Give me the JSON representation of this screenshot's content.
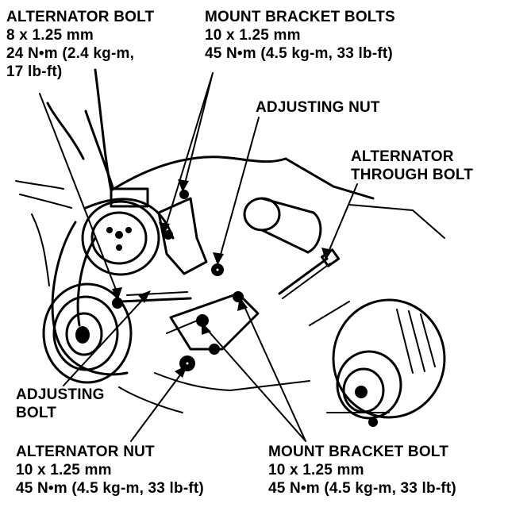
{
  "labels": {
    "alternator_bolt": {
      "title": "ALTERNATOR BOLT",
      "size": "8 x 1.25 mm",
      "torque_line1": "24 N•m (2.4 kg-m,",
      "torque_line2": "17 lb-ft)"
    },
    "mount_bracket_bolts": {
      "title": "MOUNT BRACKET BOLTS",
      "size": "10 x 1.25 mm",
      "torque": "45 N•m (4.5 kg-m, 33 lb-ft)"
    },
    "adjusting_nut": {
      "title": "ADJUSTING NUT"
    },
    "alternator_through_bolt": {
      "line1": "ALTERNATOR",
      "line2": "THROUGH BOLT"
    },
    "adjusting_bolt": {
      "line1": "ADJUSTING",
      "line2": "BOLT"
    },
    "alternator_nut": {
      "title": "ALTERNATOR NUT",
      "size": "10 x 1.25 mm",
      "torque": "45 N•m (4.5 kg-m, 33 lb-ft)"
    },
    "mount_bracket_bolt": {
      "title": "MOUNT BRACKET BOLT",
      "size": "10 x 1.25 mm",
      "torque": "45 N•m (4.5 kg-m, 33 lb-ft)"
    }
  },
  "colors": {
    "ink": "#000000",
    "paper": "#ffffff"
  }
}
